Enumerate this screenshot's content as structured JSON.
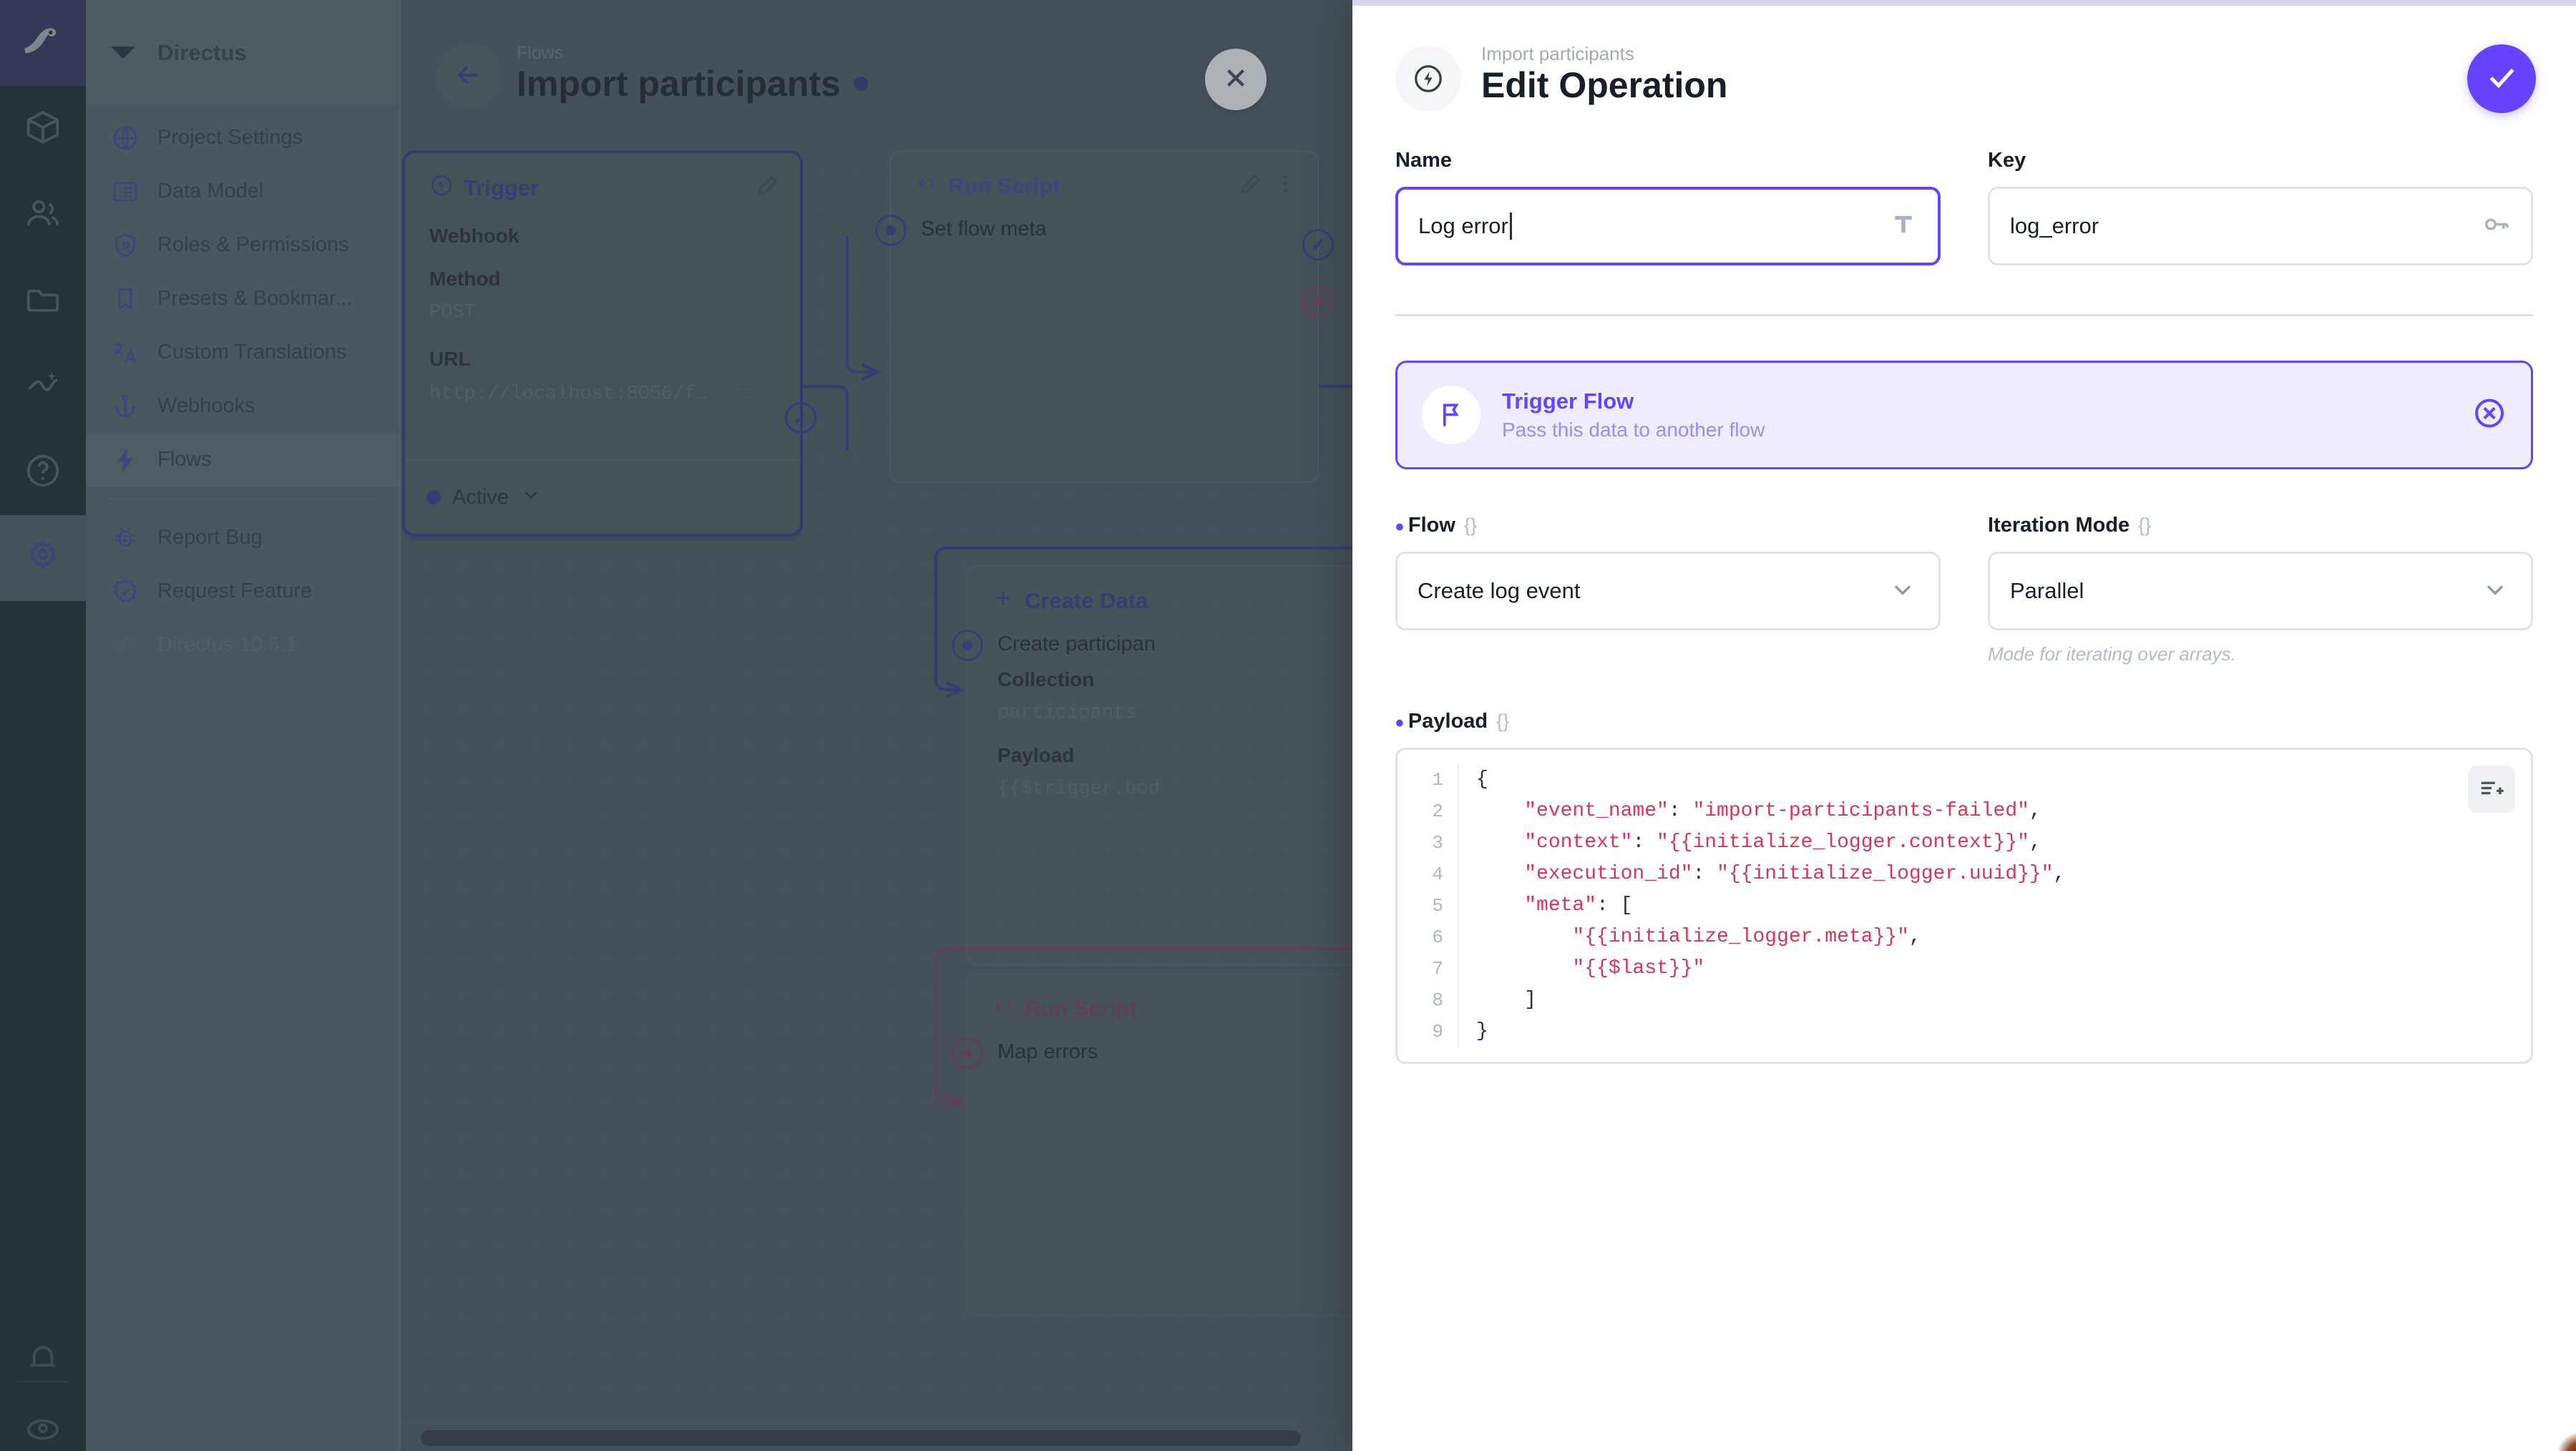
{
  "background_app": {
    "module_bar": {
      "logo_icon": "directus-rabbit-logo",
      "items": [
        {
          "name": "content",
          "icon": "box-icon",
          "active": false
        },
        {
          "name": "users",
          "icon": "people-icon",
          "active": false
        },
        {
          "name": "files",
          "icon": "folder-icon",
          "active": false
        },
        {
          "name": "insights",
          "icon": "analytics-icon",
          "active": false
        },
        {
          "name": "docs",
          "icon": "question-circle-icon",
          "active": false
        },
        {
          "name": "settings",
          "icon": "gear-icon",
          "active": true
        }
      ],
      "bottom_items": [
        {
          "name": "notifications",
          "icon": "bell-icon"
        },
        {
          "name": "account",
          "icon": "user-circle-icon"
        }
      ]
    },
    "nav": {
      "header_title": "Directus",
      "header_icon": "directus-mark-icon",
      "items": [
        {
          "label": "Project Settings",
          "icon": "public-icon",
          "selected": false
        },
        {
          "label": "Data Model",
          "icon": "list-alt-icon",
          "selected": false
        },
        {
          "label": "Roles & Permissions",
          "icon": "admin-panel-icon",
          "selected": false
        },
        {
          "label": "Presets & Bookmar...",
          "icon": "bookmark-icon",
          "selected": false
        },
        {
          "label": "Custom Translations",
          "icon": "translate-icon",
          "selected": false
        },
        {
          "label": "Webhooks",
          "icon": "anchor-icon",
          "selected": false
        },
        {
          "label": "Flows",
          "icon": "bolt-icon",
          "selected": true
        }
      ],
      "footer_items": [
        {
          "label": "Report Bug",
          "icon": "bug-report-icon",
          "muted": false
        },
        {
          "label": "Request Feature",
          "icon": "new-releases-icon",
          "muted": false
        },
        {
          "label": "Directus 10.6.1",
          "icon": "directus-rabbit-icon",
          "muted": true
        }
      ]
    },
    "canvas_header": {
      "breadcrumb": "Flows",
      "title": "Import participants",
      "back_icon": "arrow-left-icon",
      "close_icon": "close-x-icon",
      "status_dot_color": "#3b3f7a"
    },
    "nodes": [
      {
        "id": "trigger",
        "title": "Trigger",
        "icon": "bolt-circle-icon",
        "edit_icon": "pencil-icon",
        "fields": [
          {
            "label": "Webhook",
            "value": ""
          },
          {
            "label": "Method",
            "value": "POST"
          },
          {
            "label": "URL",
            "value": "http://localhost:8056/f…"
          }
        ],
        "copy_icon": "copy-icon",
        "footer_status": "Active",
        "footer_chevron": "chevron-down-icon"
      },
      {
        "id": "run-script-1",
        "title": "Run Script",
        "icon": "code-brackets-icon",
        "edit_icon": "pencil-icon",
        "more_icon": "dots-vertical-icon",
        "row_title": "Set flow meta"
      },
      {
        "id": "create-data",
        "title": "Create Data",
        "icon": "plus-icon",
        "row_title": "Create participan",
        "fields": [
          {
            "label": "Collection",
            "value": "participants"
          },
          {
            "label": "Payload",
            "value": "{{$trigger.bod"
          }
        ]
      },
      {
        "id": "run-script-2",
        "title": "Run Script",
        "icon": "code-brackets-icon",
        "row_title": "Map errors"
      }
    ]
  },
  "drawer": {
    "header": {
      "breadcrumb": "Import participants",
      "title": "Edit Operation",
      "icon": "bolt-circle-icon",
      "save_icon": "check-icon",
      "save_color": "#6644ff"
    },
    "name_field": {
      "label": "Name",
      "value": "Log error",
      "icon": "text-format-icon",
      "focused": true
    },
    "key_field": {
      "label": "Key",
      "value": "log_error",
      "icon": "key-icon",
      "focused": false
    },
    "operation_card": {
      "title": "Trigger Flow",
      "description": "Pass this data to another flow",
      "icon": "flag-icon",
      "clear_icon": "cancel-circle-icon",
      "accent_color": "#6644ff",
      "background_color": "#efecfe"
    },
    "flow_field": {
      "label": "Flow",
      "braces": "{}",
      "required": true,
      "value": "Create log event",
      "chevron_icon": "chevron-down-icon"
    },
    "iteration_field": {
      "label": "Iteration Mode",
      "braces": "{}",
      "required": false,
      "value": "Parallel",
      "chevron_icon": "chevron-down-icon",
      "hint": "Mode for iterating over arrays."
    },
    "payload_field": {
      "label": "Payload",
      "braces": "{}",
      "required": true,
      "format_icon": "format-indent-add-icon",
      "line_numbers": [
        "1",
        "2",
        "3",
        "4",
        "5",
        "6",
        "7",
        "8",
        "9"
      ],
      "lines": [
        {
          "indent": 0,
          "parts": [
            {
              "t": "plain",
              "v": "{"
            }
          ]
        },
        {
          "indent": 0,
          "parts": [
            {
              "t": "str",
              "v": "    \"event_name\""
            },
            {
              "t": "plain",
              "v": ": "
            },
            {
              "t": "str",
              "v": "\"import-participants-failed\""
            },
            {
              "t": "plain",
              "v": ","
            }
          ]
        },
        {
          "indent": 0,
          "parts": [
            {
              "t": "str",
              "v": "    \"context\""
            },
            {
              "t": "plain",
              "v": ": "
            },
            {
              "t": "str",
              "v": "\"{{initialize_logger.context}}\""
            },
            {
              "t": "plain",
              "v": ","
            }
          ]
        },
        {
          "indent": 0,
          "parts": [
            {
              "t": "str",
              "v": "    \"execution_id\""
            },
            {
              "t": "plain",
              "v": ": "
            },
            {
              "t": "str",
              "v": "\"{{initialize_logger.uuid}}\""
            },
            {
              "t": "plain",
              "v": ","
            }
          ]
        },
        {
          "indent": 0,
          "parts": [
            {
              "t": "str",
              "v": "    \"meta\""
            },
            {
              "t": "plain",
              "v": ": ["
            }
          ]
        },
        {
          "indent": 0,
          "parts": [
            {
              "t": "str",
              "v": "        \"{{initialize_logger.meta}}\""
            },
            {
              "t": "plain",
              "v": ","
            }
          ]
        },
        {
          "indent": 0,
          "parts": [
            {
              "t": "str",
              "v": "        \"{{$last}}\""
            }
          ]
        },
        {
          "indent": 0,
          "parts": [
            {
              "t": "plain",
              "v": "    ]"
            }
          ]
        },
        {
          "indent": 0,
          "parts": [
            {
              "t": "plain",
              "v": "}"
            }
          ]
        }
      ]
    }
  }
}
